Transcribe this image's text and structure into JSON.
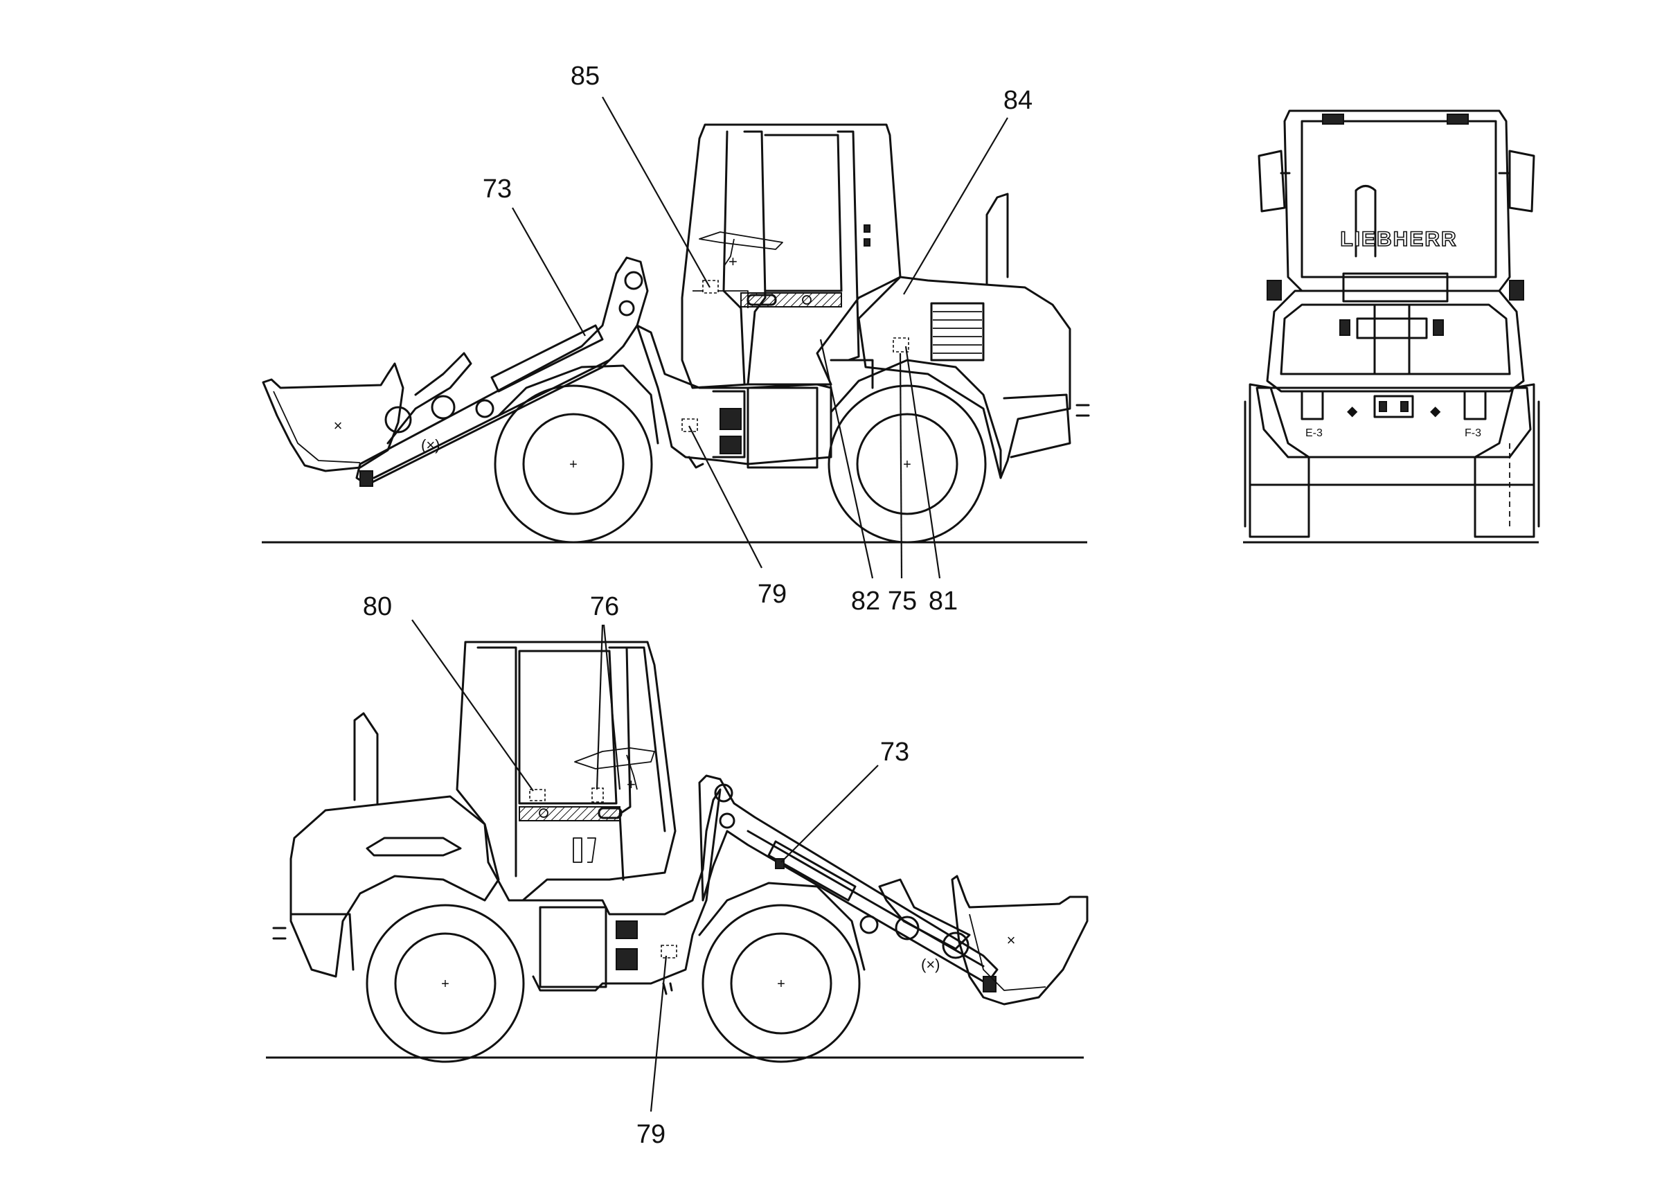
{
  "brand_text": "LIEBHERR",
  "callouts": {
    "top_85": "85",
    "top_84": "84",
    "top_73": "73",
    "top_79": "79",
    "top_82": "82",
    "top_75": "75",
    "top_81": "81",
    "bottom_80": "80",
    "bottom_76": "76",
    "bottom_73": "73",
    "bottom_79": "79"
  }
}
